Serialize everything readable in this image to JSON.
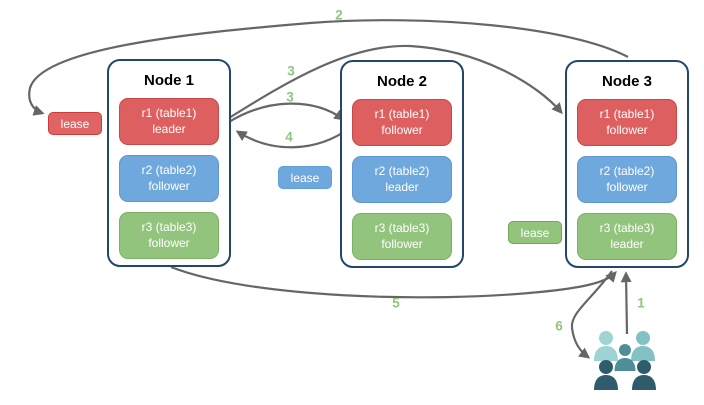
{
  "diagram": {
    "nodes": [
      {
        "title": "Node 1",
        "replicas": [
          {
            "name": "r1 (table1)",
            "role": "leader",
            "color": "red"
          },
          {
            "name": "r2 (table2)",
            "role": "follower",
            "color": "blue"
          },
          {
            "name": "r3 (table3)",
            "role": "follower",
            "color": "green"
          }
        ]
      },
      {
        "title": "Node 2",
        "replicas": [
          {
            "name": "r1 (table1)",
            "role": "follower",
            "color": "red"
          },
          {
            "name": "r2 (table2)",
            "role": "leader",
            "color": "blue"
          },
          {
            "name": "r3 (table3)",
            "role": "follower",
            "color": "green"
          }
        ]
      },
      {
        "title": "Node 3",
        "replicas": [
          {
            "name": "r1 (table1)",
            "role": "follower",
            "color": "red"
          },
          {
            "name": "r2 (table2)",
            "role": "follower",
            "color": "blue"
          },
          {
            "name": "r3 (table3)",
            "role": "leader",
            "color": "green"
          }
        ]
      }
    ],
    "leases": [
      {
        "label": "lease",
        "color": "red"
      },
      {
        "label": "lease",
        "color": "blue"
      },
      {
        "label": "lease",
        "color": "green"
      }
    ],
    "arrow_labels": {
      "step1": "1",
      "step2": "2",
      "step3_to_node3": "3",
      "step3_to_node2": "3",
      "step4": "4",
      "step5": "5",
      "step6": "6"
    },
    "icons": {
      "users": "users-icon"
    },
    "colors": {
      "replica_red": "#dd5f5f",
      "replica_blue": "#6fa8dc",
      "replica_green": "#93c47d",
      "node_border": "#24466b",
      "arrow_gray": "#666666",
      "label_green": "#93c47d",
      "users_light_teal": "#9fd4d4",
      "users_teal": "#84c1c4",
      "users_mid_teal": "#4f8d98",
      "users_dark_teal": "#2e5c6c"
    }
  }
}
